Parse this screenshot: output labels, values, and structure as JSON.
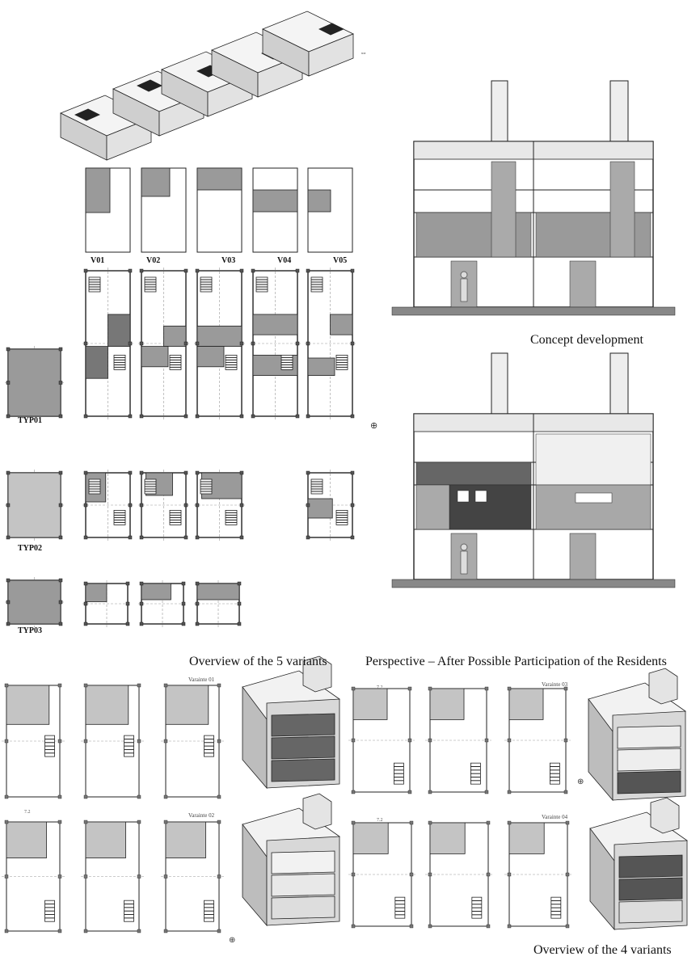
{
  "variant_labels": [
    "V01",
    "V02",
    "V03",
    "V04",
    "V05"
  ],
  "type_labels": [
    "TYP01",
    "TYP02",
    "TYP03"
  ],
  "captions": {
    "concept": "Concept development",
    "overview5": "Overview of the 5 variants",
    "perspective": "Perspective – After Possible Participation of the Residents",
    "overview4": "Overview of the 4 variants"
  },
  "variante_labels": [
    "Varainte 01",
    "Varainte 02",
    "Varainte 03",
    "Varainte 04"
  ],
  "dimension": "7.2",
  "colors": {
    "line": "#222222",
    "fill_mid": "#9a9a9a",
    "fill_light": "#c4c4c4",
    "fill_dark": "#555555",
    "ground": "#888888"
  }
}
